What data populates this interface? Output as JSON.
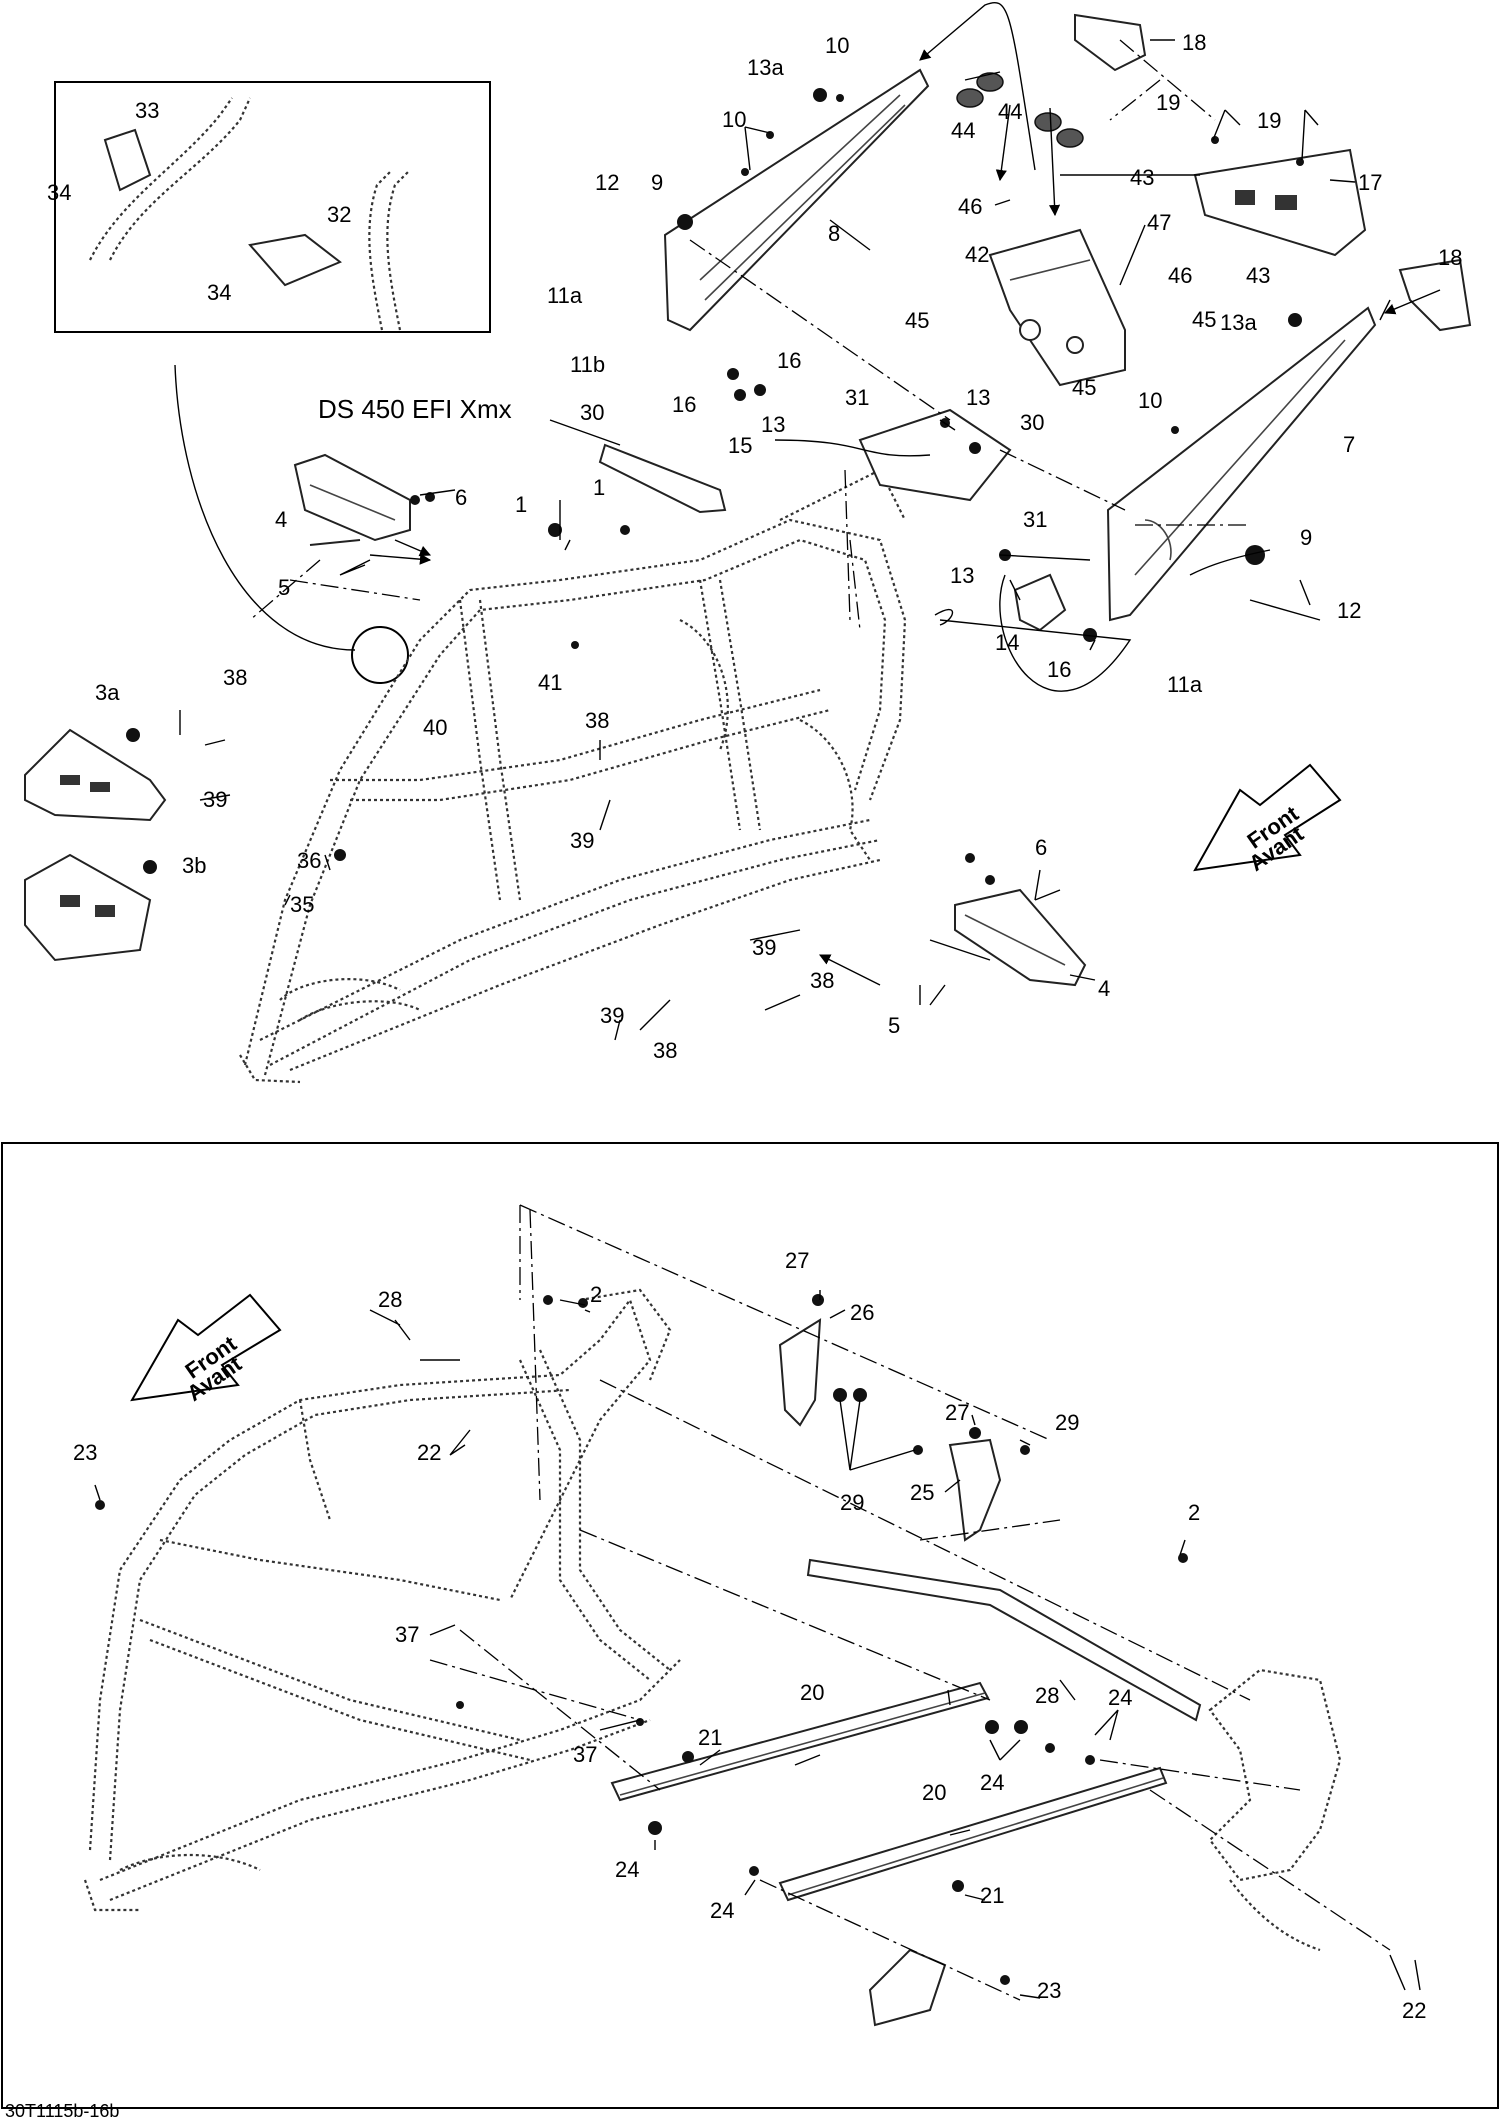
{
  "drawing_code": "30T1115b-16b",
  "model_note": "DS 450 EFI Xmx",
  "front_arrow_top": {
    "line1": "Front",
    "line2": "Avant"
  },
  "front_arrow_bottom": {
    "line1": "Front",
    "line2": "Avant"
  },
  "top_labels": [
    {
      "id": "l33",
      "text": "33"
    },
    {
      "id": "l32",
      "text": "32"
    },
    {
      "id": "l34a",
      "text": "34"
    },
    {
      "id": "l34b",
      "text": "34"
    },
    {
      "id": "l10a",
      "text": "10"
    },
    {
      "id": "l13a1",
      "text": "13a"
    },
    {
      "id": "l10b",
      "text": "10"
    },
    {
      "id": "l44a",
      "text": "44"
    },
    {
      "id": "l44b",
      "text": "44"
    },
    {
      "id": "l18a",
      "text": "18"
    },
    {
      "id": "l19a",
      "text": "19"
    },
    {
      "id": "l19b",
      "text": "19"
    },
    {
      "id": "l17",
      "text": "17"
    },
    {
      "id": "l12a",
      "text": "12"
    },
    {
      "id": "l9a",
      "text": "9"
    },
    {
      "id": "l8",
      "text": "8"
    },
    {
      "id": "l46a",
      "text": "46"
    },
    {
      "id": "l43a",
      "text": "43"
    },
    {
      "id": "l47",
      "text": "47"
    },
    {
      "id": "l42",
      "text": "42"
    },
    {
      "id": "l46b",
      "text": "46"
    },
    {
      "id": "l43b",
      "text": "43"
    },
    {
      "id": "l18b",
      "text": "18"
    },
    {
      "id": "l11a1",
      "text": "11a"
    },
    {
      "id": "l11b",
      "text": "11b"
    },
    {
      "id": "l16a",
      "text": "16"
    },
    {
      "id": "l16b",
      "text": "16"
    },
    {
      "id": "l15",
      "text": "15"
    },
    {
      "id": "l13a",
      "text": "13"
    },
    {
      "id": "l13b",
      "text": "13"
    },
    {
      "id": "l45a",
      "text": "45"
    },
    {
      "id": "l45b",
      "text": "45"
    },
    {
      "id": "l45c",
      "text": "45"
    },
    {
      "id": "l13a2",
      "text": "13a"
    },
    {
      "id": "l31a",
      "text": "31"
    },
    {
      "id": "l30a",
      "text": "30"
    },
    {
      "id": "l30b",
      "text": "30"
    },
    {
      "id": "l10c",
      "text": "10"
    },
    {
      "id": "l7",
      "text": "7"
    },
    {
      "id": "l31b",
      "text": "31"
    },
    {
      "id": "l4a",
      "text": "4"
    },
    {
      "id": "l6a",
      "text": "6"
    },
    {
      "id": "l1a",
      "text": "1"
    },
    {
      "id": "l1b",
      "text": "1"
    },
    {
      "id": "l5a",
      "text": "5"
    },
    {
      "id": "l9b",
      "text": "9"
    },
    {
      "id": "l13c",
      "text": "13"
    },
    {
      "id": "l12b",
      "text": "12"
    },
    {
      "id": "l14",
      "text": "14"
    },
    {
      "id": "l16c",
      "text": "16"
    },
    {
      "id": "l11a2",
      "text": "11a"
    },
    {
      "id": "l41",
      "text": "41"
    },
    {
      "id": "l38a",
      "text": "38"
    },
    {
      "id": "l3a",
      "text": "3a"
    },
    {
      "id": "l40",
      "text": "40"
    },
    {
      "id": "l39a",
      "text": "39"
    },
    {
      "id": "l38b",
      "text": "38"
    },
    {
      "id": "l39b",
      "text": "39"
    },
    {
      "id": "l3b",
      "text": "3b"
    },
    {
      "id": "l36",
      "text": "36"
    },
    {
      "id": "l6b",
      "text": "6"
    },
    {
      "id": "l35",
      "text": "35"
    },
    {
      "id": "l39c",
      "text": "39"
    },
    {
      "id": "l38c",
      "text": "38"
    },
    {
      "id": "l5b",
      "text": "5"
    },
    {
      "id": "l4b",
      "text": "4"
    },
    {
      "id": "l39d",
      "text": "39"
    },
    {
      "id": "l38d",
      "text": "38"
    }
  ],
  "bottom_labels": [
    {
      "id": "b27a",
      "text": "27"
    },
    {
      "id": "b2a",
      "text": "2"
    },
    {
      "id": "b26",
      "text": "26"
    },
    {
      "id": "b28a",
      "text": "28"
    },
    {
      "id": "b27b",
      "text": "27"
    },
    {
      "id": "b29a",
      "text": "29"
    },
    {
      "id": "b22a",
      "text": "22"
    },
    {
      "id": "b23a",
      "text": "23"
    },
    {
      "id": "b29b",
      "text": "29"
    },
    {
      "id": "b25",
      "text": "25"
    },
    {
      "id": "b2b",
      "text": "2"
    },
    {
      "id": "b37a",
      "text": "37"
    },
    {
      "id": "b28b",
      "text": "28"
    },
    {
      "id": "b20a",
      "text": "20"
    },
    {
      "id": "b21a",
      "text": "21"
    },
    {
      "id": "b24a",
      "text": "24"
    },
    {
      "id": "b37b",
      "text": "37"
    },
    {
      "id": "b24b",
      "text": "24"
    },
    {
      "id": "b20b",
      "text": "20"
    },
    {
      "id": "b24c",
      "text": "24"
    },
    {
      "id": "b21b",
      "text": "21"
    },
    {
      "id": "b24d",
      "text": "24"
    },
    {
      "id": "b23b",
      "text": "23"
    },
    {
      "id": "b22b",
      "text": "22"
    }
  ]
}
